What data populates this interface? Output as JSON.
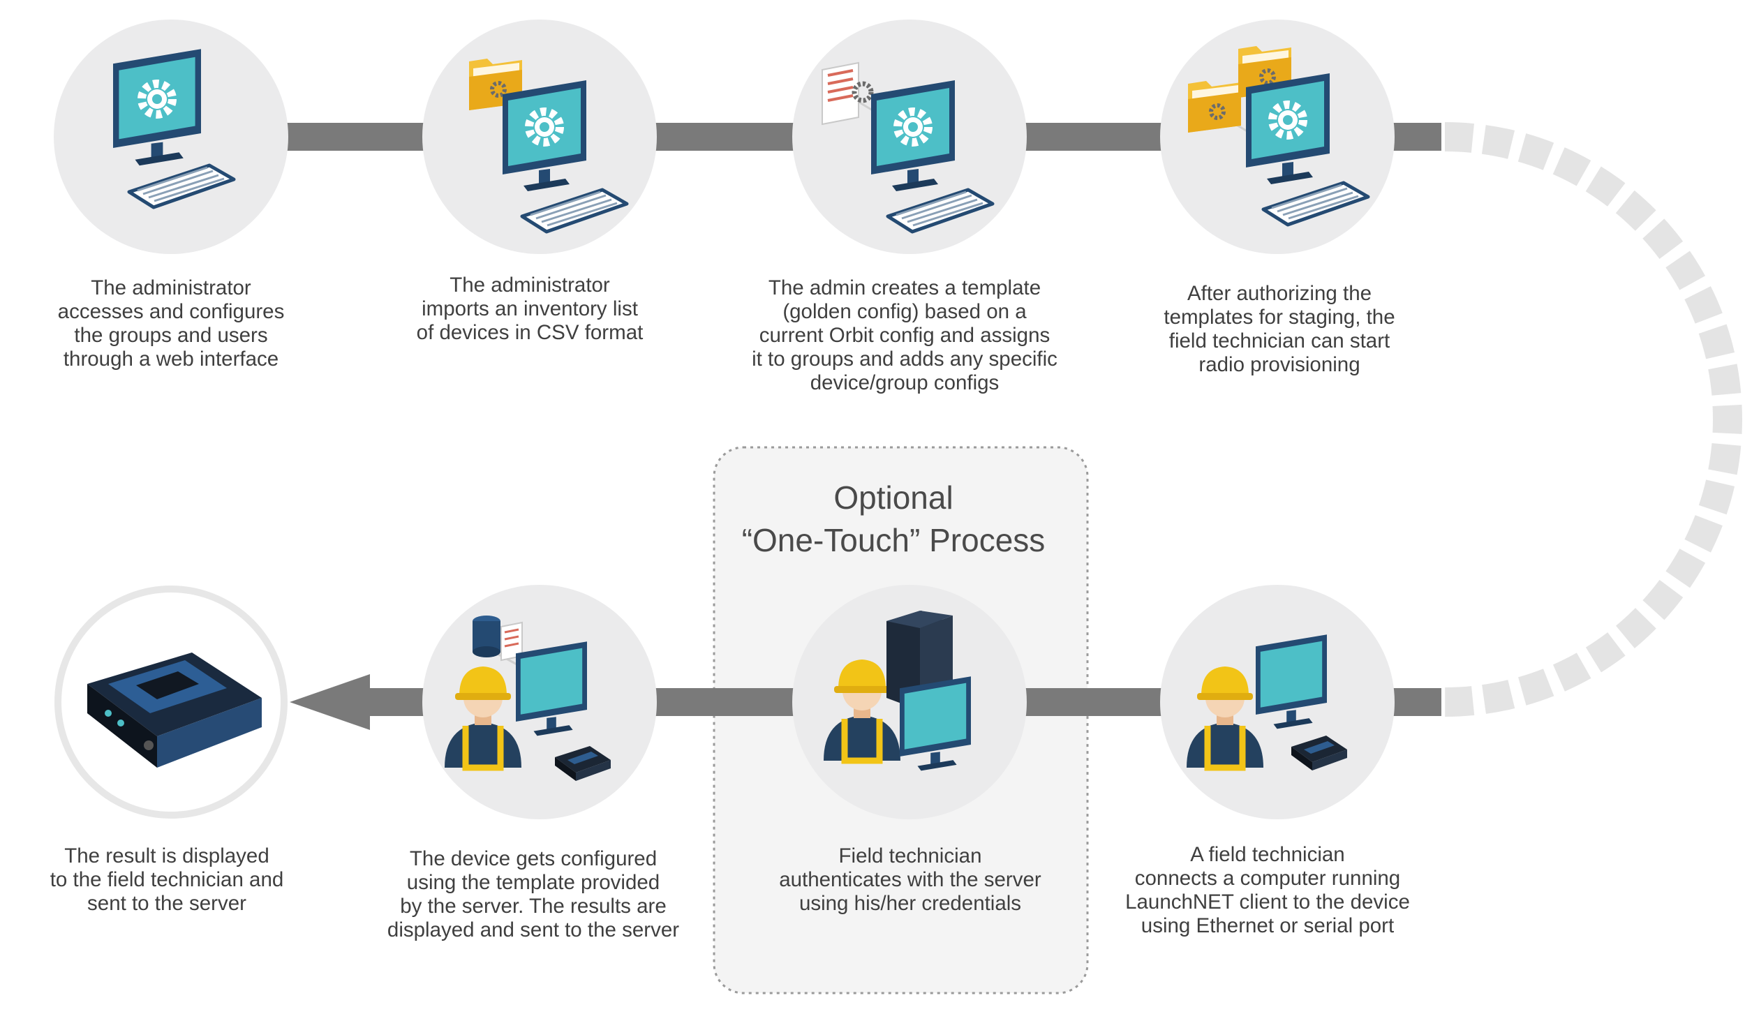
{
  "optional_box": {
    "title_lines": [
      "Optional",
      "“One-Touch” Process"
    ]
  },
  "steps": [
    {
      "id": "configure-groups",
      "icon": "computer-gear-icon",
      "caption_lines": [
        "The administrator",
        "accesses and configures",
        "the groups and users",
        "through a web interface"
      ]
    },
    {
      "id": "import-inventory",
      "icon": "folder-computer-icon",
      "caption_lines": [
        "The administrator",
        "imports an inventory list",
        "of devices in CSV format"
      ]
    },
    {
      "id": "create-template",
      "icon": "document-computer-icon",
      "caption_lines": [
        "The admin creates a template",
        "(golden config) based on a",
        "current Orbit config and assigns",
        "it to groups and adds any specific",
        "device/group configs"
      ]
    },
    {
      "id": "authorize-templates",
      "icon": "folders-computer-icon",
      "caption_lines": [
        "After authorizing the",
        "templates for staging, the",
        "field technician can start",
        "radio provisioning"
      ]
    },
    {
      "id": "connect-client",
      "icon": "technician-computer-device-icon",
      "caption_lines": [
        "A field technician",
        "connects a computer running",
        "LaunchNET client to the device",
        "using Ethernet or serial port"
      ]
    },
    {
      "id": "authenticate",
      "icon": "technician-server-icon",
      "caption_lines": [
        "Field technician",
        "authenticates with the server",
        "using his/her credentials"
      ]
    },
    {
      "id": "device-configured",
      "icon": "technician-database-icon",
      "caption_lines": [
        "The device gets configured",
        "using the template provided",
        "by the server. The results are",
        "displayed and sent to the server"
      ]
    },
    {
      "id": "result-displayed",
      "icon": "router-device-icon",
      "caption_lines": [
        "The result is displayed",
        "to the field technician and",
        "sent to the server"
      ]
    }
  ],
  "colors": {
    "circle": "#ebebec",
    "connector": "#7a7a7a",
    "dashed_arc": "#e4e4e4",
    "optional_box": "#f4f4f4",
    "monitor_screen": "#4dbfc7",
    "monitor_frame": "#244a72",
    "folder": "#f4c138",
    "helmet": "#f2c417",
    "overalls": "#24415f"
  }
}
